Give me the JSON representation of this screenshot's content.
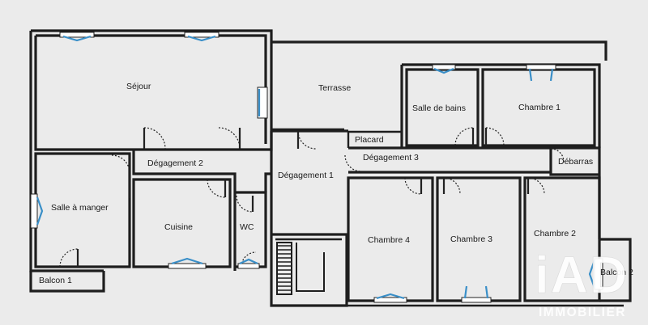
{
  "rooms": {
    "sejour": "Séjour",
    "terrasse": "Terrasse",
    "salle_de_bains": "Salle de bains",
    "chambre_1": "Chambre 1",
    "placard": "Placard",
    "degagement_2": "Dégagement 2",
    "degagement_3": "Dégagement 3",
    "degagement_1": "Dégagement 1",
    "debarras": "Débarras",
    "salle_a_manger": "Salle à manger",
    "cuisine": "Cuisine",
    "wc": "WC",
    "chambre_4": "Chambre 4",
    "chambre_3": "Chambre 3",
    "chambre_2": "Chambre 2",
    "balcon_1": "Balcon 1",
    "balcon_2": "Balcon 2"
  },
  "watermark": {
    "logo": "iAD",
    "tagline": "IMMOBILIER"
  },
  "colors": {
    "background": "#ebebeb",
    "wall": "#1e1e1e",
    "window_accent": "#3a8fc8",
    "logo": "#ffffff"
  }
}
